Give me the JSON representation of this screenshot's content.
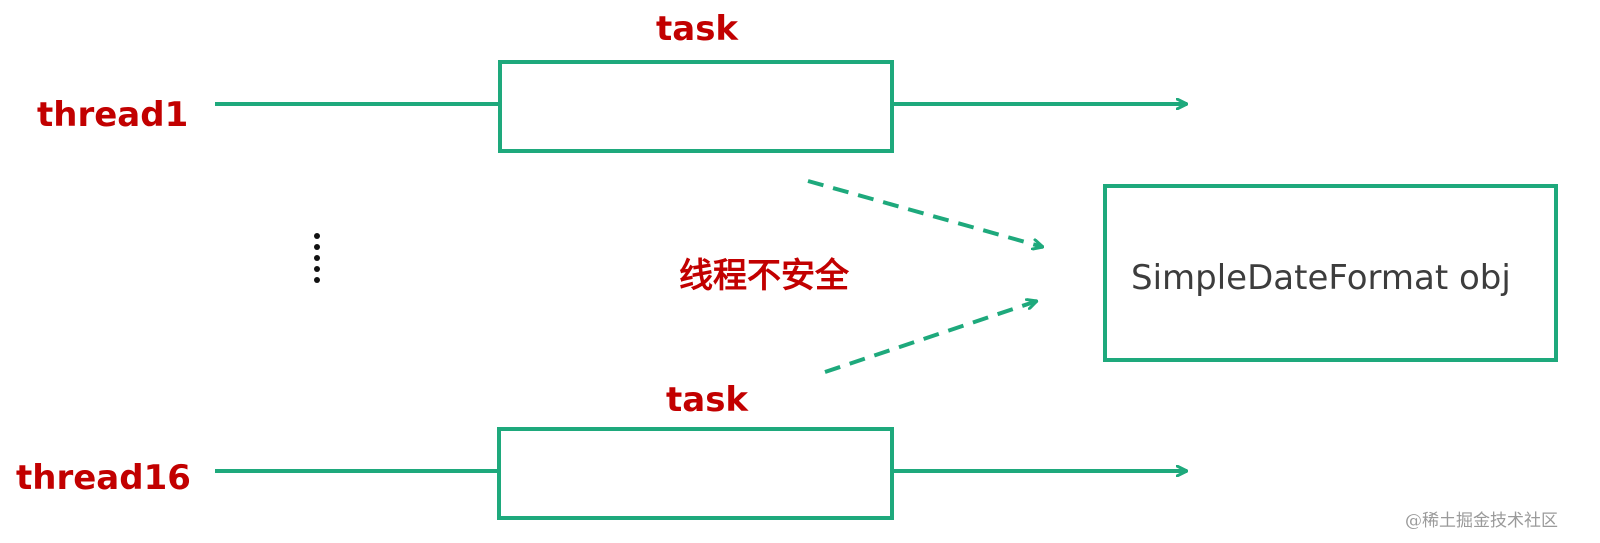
{
  "colors": {
    "accent": "#1ea97c",
    "label_red": "#c20000",
    "object_text": "#3d3d3d",
    "watermark": "#9a9a9a"
  },
  "diagram": {
    "thread_top": {
      "label": "thread1",
      "task_label": "task"
    },
    "thread_bottom": {
      "label": "thread16",
      "task_label": "task"
    },
    "unsafe_label": "线程不安全",
    "shared_object_label": "SimpleDateFormat obj",
    "ellipsis": "vertical-dots"
  },
  "watermark": "@稀土掘金技术社区"
}
